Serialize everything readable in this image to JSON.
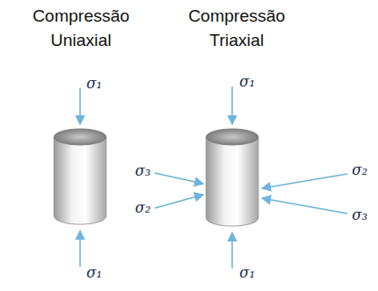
{
  "diagram": {
    "labels": [
      "Compressão Uniaxial",
      "Compressão Triaxial",
      "σ₁",
      "σ₁",
      "σ₁",
      "σ₁",
      "σ₃",
      "σ₂",
      "σ₂",
      "σ₃"
    ]
  }
}
